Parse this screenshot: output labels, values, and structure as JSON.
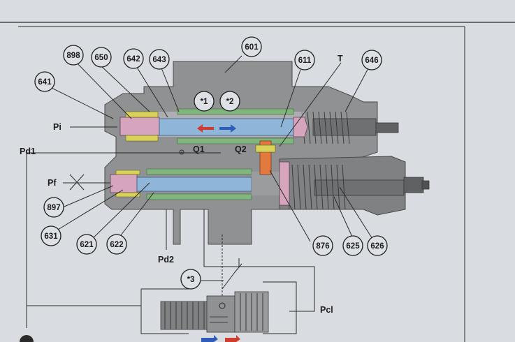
{
  "diagram": {
    "callouts": [
      {
        "key": "c601",
        "text": "601"
      },
      {
        "key": "c611",
        "text": "611"
      },
      {
        "key": "c646",
        "text": "646"
      },
      {
        "key": "c898",
        "text": "898"
      },
      {
        "key": "c650",
        "text": "650"
      },
      {
        "key": "c642",
        "text": "642"
      },
      {
        "key": "c643",
        "text": "643"
      },
      {
        "key": "c641",
        "text": "641"
      },
      {
        "key": "s1",
        "text": "*1"
      },
      {
        "key": "s2",
        "text": "*2"
      },
      {
        "key": "c897",
        "text": "897"
      },
      {
        "key": "c631",
        "text": "631"
      },
      {
        "key": "c621",
        "text": "621"
      },
      {
        "key": "c622",
        "text": "622"
      },
      {
        "key": "c876",
        "text": "876"
      },
      {
        "key": "c625",
        "text": "625"
      },
      {
        "key": "c626",
        "text": "626"
      },
      {
        "key": "s3",
        "text": "*3"
      }
    ],
    "labels": {
      "T": "T",
      "Pi": "Pi",
      "Pd1": "Pd1",
      "Q1": "Q1",
      "Q2": "Q2",
      "Pf": "Pf",
      "Pd2": "Pd2",
      "Pcl": "Pcl"
    },
    "colors": {
      "body": "#8f9193",
      "body_dark": "#6e7072",
      "spool": "#8fb6d8",
      "yellow": "#d8d25a",
      "pink": "#d7a4bd",
      "green": "#82b47e",
      "orange": "#e27a40",
      "red": "#cf3b2e",
      "blue": "#2f5cb8",
      "line": "#2a2a2a"
    }
  }
}
